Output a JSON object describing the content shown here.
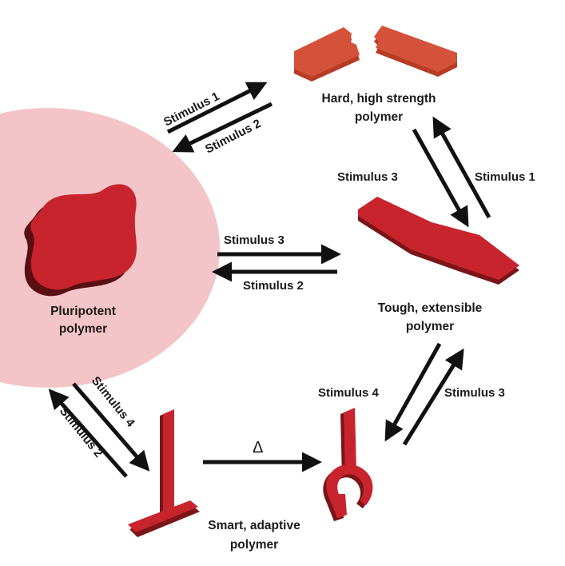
{
  "colors": {
    "polymer_red": "#c8242e",
    "polymer_dark": "#6e1418",
    "hard_polymer": "#c8452e",
    "halo": "#f3c4c8",
    "arrow": "#111111"
  },
  "nodes": {
    "pluripotent": {
      "line1": "Pluripotent",
      "line2": "polymer"
    },
    "hard": {
      "line1": "Hard, high strength",
      "line2": "polymer"
    },
    "tough": {
      "line1": "Tough, extensible",
      "line2": "polymer"
    },
    "smart": {
      "line1": "Smart, adaptive",
      "line2": "polymer"
    }
  },
  "edges": {
    "pluri_hard_fwd": "Stimulus 1",
    "pluri_hard_back": "Stimulus 2",
    "hard_tough_down": "Stimulus 3",
    "hard_tough_up": "Stimulus 1",
    "pluri_tough_fwd": "Stimulus 3",
    "pluri_tough_back": "Stimulus 2",
    "tough_smart_down": "Stimulus 4",
    "tough_smart_up": "Stimulus 3",
    "pluri_smart_fwd": "Stimulus 4",
    "pluri_smart_back": "Stimulus 2",
    "smart_transform": "Δ"
  }
}
